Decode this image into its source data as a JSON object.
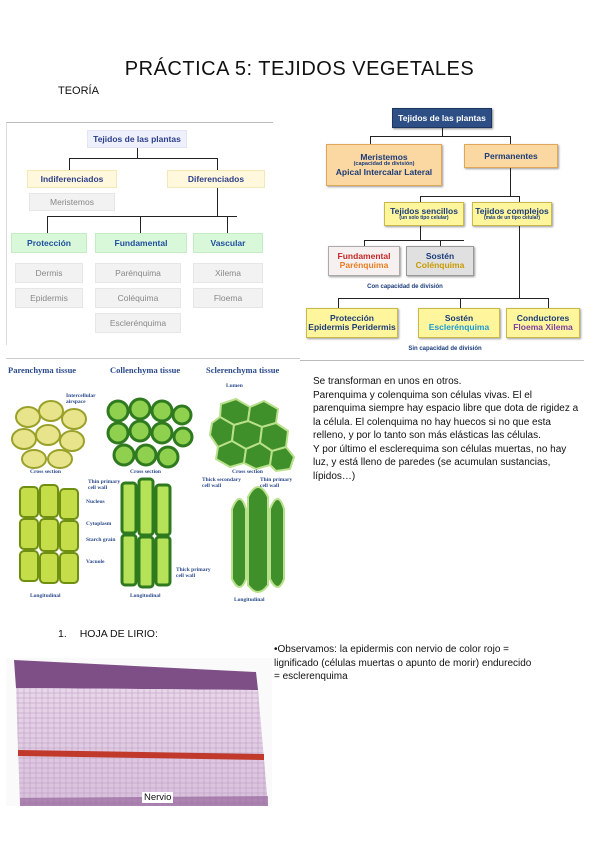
{
  "header": {
    "title": "PRÁCTICA 5: TEJIDOS VEGETALES",
    "subtitle": "TEORÍA"
  },
  "diagram1": {
    "root": "Tejidos de las plantas",
    "indiferenciados": "Indiferenciados",
    "diferenciados": "Diferenciados",
    "meristemos": "Meristemos",
    "proteccion": "Protección",
    "fundamental": "Fundamental",
    "vascular": "Vascular",
    "dermis": "Dermis",
    "epidermis": "Epidermis",
    "parenquima": "Parénquima",
    "colenquima": "Coléquima",
    "esclerenquima": "Esclerénquima",
    "xilema": "Xilema",
    "floema": "Floema"
  },
  "diagram2": {
    "root": "Tejidos de las plantas",
    "meristemos": "Meristemos",
    "meristemos_sub": "(capacidad de división)",
    "meristemos_types": "Apical  Intercalar  Lateral",
    "permanentes": "Permanentes",
    "sencillos": "Tejidos sencillos",
    "sencillos_sub": "(un solo tipo celular)",
    "complejos": "Tejidos complejos",
    "complejos_sub": "(más de un tipo celular)",
    "fundamental": "Fundamental",
    "parenquima": "Parénquima",
    "sosten": "Sostén",
    "colenquima": "Colénquima",
    "con_capacidad": "Con capacidad de división",
    "proteccion": "Protección",
    "proteccion_types": "Epidermis  Peridermis",
    "sosten2": "Sostén",
    "esclerenquima": "Esclerénquima",
    "conductores": "Conductores",
    "conductores_types": "Floema  Xilema",
    "sin_capacidad": "Sin capacidad de división"
  },
  "cells": {
    "parenchyma": "Parenchyma tissue",
    "collenchyma": "Collenchyma tissue",
    "sclerenchyma": "Sclerenchyma tissue",
    "intercellular": "Intercellular airspace",
    "lumen": "Lumen",
    "cross1": "Cross section",
    "cross2": "Cross section",
    "cross3": "Cross section",
    "thick_secondary": "Thick secondary cell wall",
    "thin_primary": "Thin primary cell wall",
    "thin_primary2": "Thin primary cell wall",
    "nucleus": "Nucleus",
    "cytoplasm": "Cytoplasm",
    "starch": "Starch grain",
    "vacuole": "Vacuole",
    "thick_primary": "Thick primary cell wall",
    "long1": "Longitudinal",
    "long2": "Longitudinal",
    "long3": "Longitudinal"
  },
  "explanation": [
    "Se transforman en unos en otros.",
    "Parenquima y colenquima son células vivas. El el parenquima siempre hay espacio libre que dota de rigidez a la célula. El colenquima no hay huecos si no que esta relleno, y por lo tanto son más elásticas las células.",
    "Y por último el esclerequima son células muertas, no hay luz, y está lleno de paredes (se acumulan sustancias, lípidos…)"
  ],
  "section1": {
    "number": "1.",
    "title": "HOJA DE LIRIO:"
  },
  "observation": "•Observamos: la epidermis con nervio de color rojo = lignificado (células muertas o apunto de morir) endurecido = esclerenquima",
  "micrograph_label": "Nervio",
  "colors": {
    "title_blue": "#2c3e8a",
    "navy": "#2e4f86",
    "lignin_red": "#c0392b"
  }
}
